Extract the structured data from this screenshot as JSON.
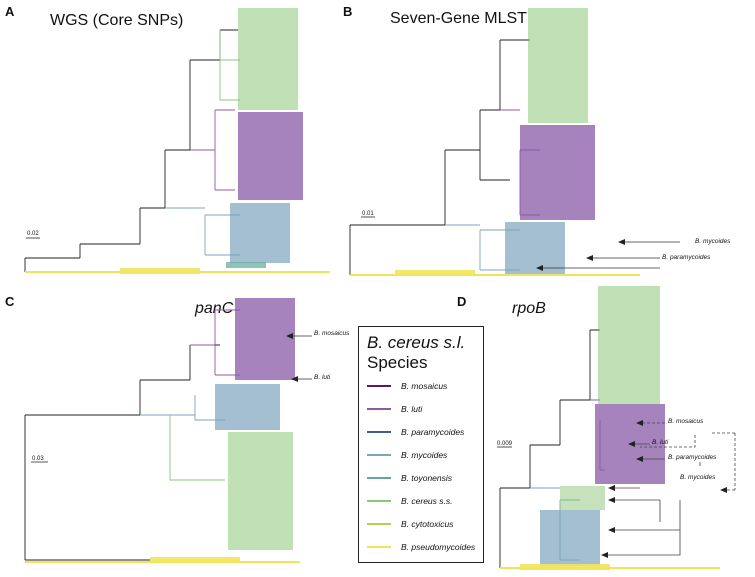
{
  "panels": {
    "a": {
      "letter": "A",
      "title": "WGS (Core SNPs)",
      "scale": "0.02"
    },
    "b": {
      "letter": "B",
      "title": "Seven-Gene MLST",
      "scale": "0.01",
      "annotations": [
        "B. mycoides",
        "B. paramycoides"
      ]
    },
    "c": {
      "letter": "C",
      "title": "panC",
      "scale": "0.03",
      "annotations": [
        "B. mosaicus",
        "B. luti"
      ]
    },
    "d": {
      "letter": "D",
      "title": "rpoB",
      "scale": "0.009",
      "annotations": [
        "B. mosaicus",
        "B. luti",
        "B. paramycoides",
        "B. mycoides"
      ]
    }
  },
  "legend": {
    "title_line1": "B. cereus s.l.",
    "title_line2": "Species",
    "items": [
      {
        "label": "B. mosaicus",
        "color": "#5b1a63"
      },
      {
        "label": "B. luti",
        "color": "#8a5aa8"
      },
      {
        "label": "B. paramycoides",
        "color": "#3e5f8a"
      },
      {
        "label": "B. mycoides",
        "color": "#7da4bd"
      },
      {
        "label": "B. toyonensis",
        "color": "#5fa89a"
      },
      {
        "label": "B. cereus s.s.",
        "color": "#8cc67a"
      },
      {
        "label": "B. cytotoxicus",
        "color": "#b8cf4e"
      },
      {
        "label": "B. pseudomycoides",
        "color": "#f2e45a"
      }
    ]
  },
  "colors": {
    "green": "#8cc67a",
    "purple": "#8a5aa8",
    "blue": "#7da4bd",
    "teal": "#5fa89a",
    "yellow": "#f2e45a",
    "dark": "#222222"
  }
}
